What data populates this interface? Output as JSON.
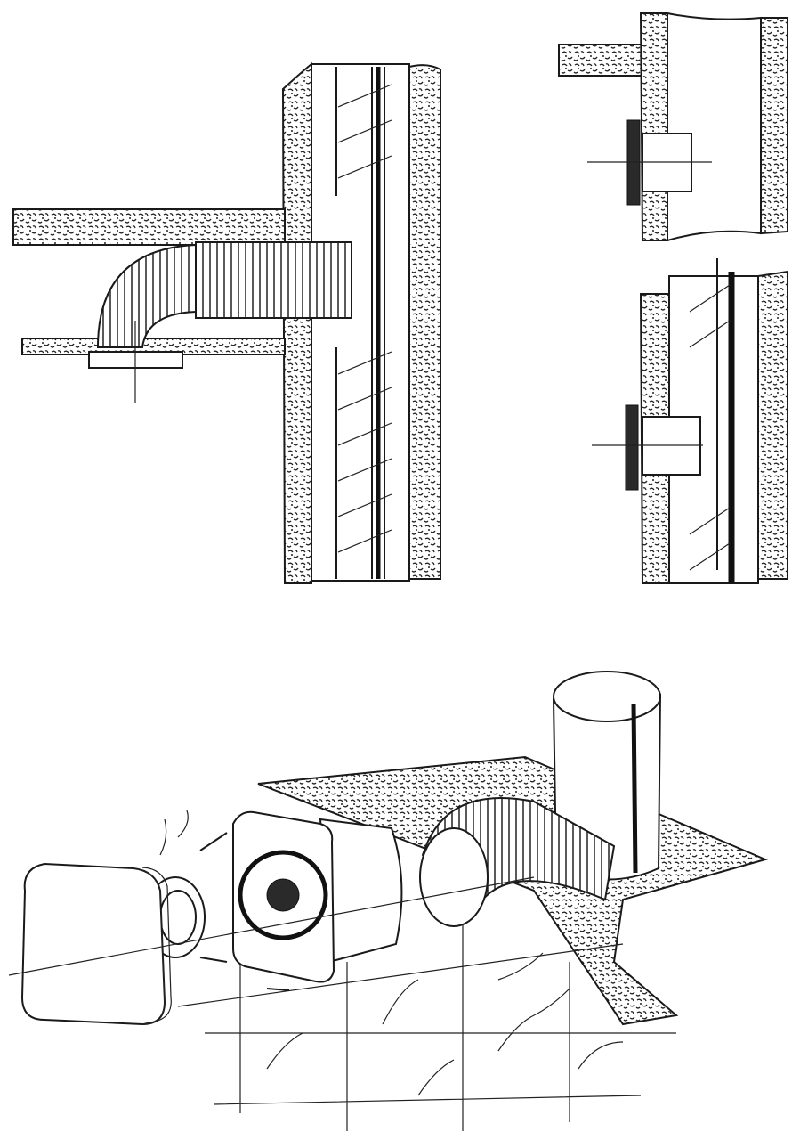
{
  "figure": {
    "colors": {
      "ink": "#1a1a1a",
      "background": "#ffffff"
    },
    "panels": [
      {
        "id": "ceiling-duct-installation"
      },
      {
        "id": "wall-fan-installation-a"
      },
      {
        "id": "wall-fan-installation-b"
      },
      {
        "id": "exploded-fan-assembly"
      }
    ]
  }
}
